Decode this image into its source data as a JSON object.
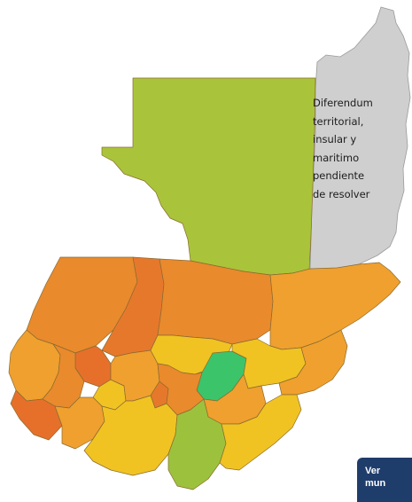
{
  "map": {
    "dispute_label_lines": [
      "Diferendum",
      "territorial,",
      "insular y",
      "maritimo",
      "pendiente",
      "de resolver"
    ],
    "colors": {
      "peten": "#a9c43a",
      "highlight_green": "#3cc46a",
      "south_green": "#9cc23d",
      "orange": "#e98a2c",
      "dark_orange": "#e6702a",
      "amber": "#efa02e",
      "yellow": "#f0c323",
      "belize_gray": "#cfcfcf"
    }
  },
  "button": {
    "lines": [
      "Ver",
      "mun"
    ],
    "color": "#1f3d6b"
  }
}
